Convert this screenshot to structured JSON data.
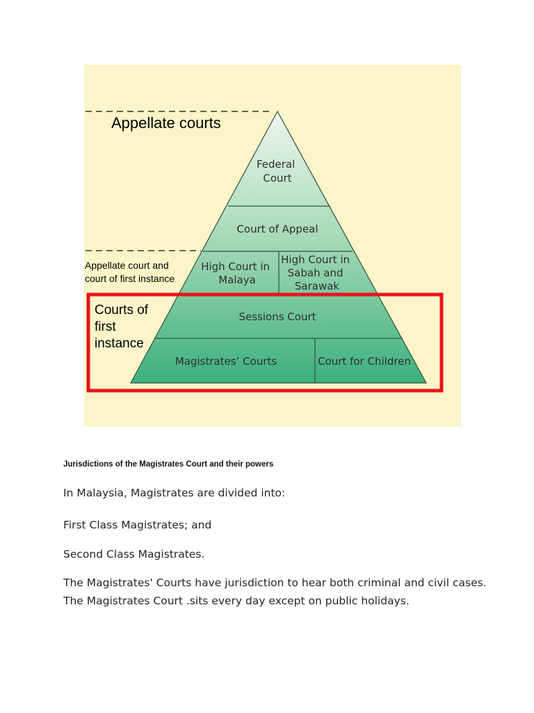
{
  "diagram": {
    "tiers": {
      "federal_court": [
        "Federal",
        "Court"
      ],
      "court_of_appeal": "Court of Appeal",
      "high_court_malaya": [
        "High Court in",
        "Malaya"
      ],
      "high_court_sabah_sarawak": [
        "High Court in",
        "Sabah and",
        "Sarawak"
      ],
      "sessions_court": "Sessions Court",
      "magistrates_courts": "Magistrates’ Courts",
      "court_for_children": "Court for Children"
    },
    "side_labels": {
      "appellate_courts": "Appellate courts",
      "appellate_and_first_instance": [
        "Appellate court and",
        "court of first instance"
      ],
      "courts_of_first_instance": [
        "Courts of",
        "first",
        "instance"
      ]
    },
    "colors": {
      "background": "#fbf5c9",
      "highlight_box": "#e8141b",
      "pyramid_top": "#eef6ee",
      "pyramid_bottom": "#3cb07e",
      "divider": "#2f4f3c"
    }
  },
  "content": {
    "caption": "Jurisdictions of the Magistrates Court and their powers",
    "intro": "In Malaysia, Magistrates are divided into:",
    "item1": "First Class Magistrates; and",
    "item2": "Second Class Magistrates.",
    "body_line1": "The Magistrates' Courts have jurisdiction to hear both criminal and civil cases.",
    "body_line2": "The Magistrates Court .sits every day except on public holidays."
  }
}
